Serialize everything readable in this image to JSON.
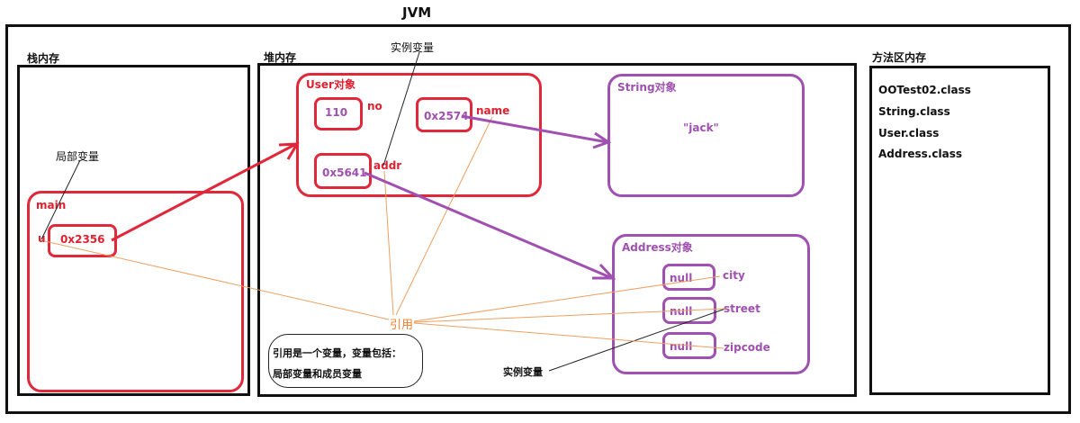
{
  "title": "JVM",
  "stack": {
    "label": "栈内存",
    "frame": {
      "label": "main",
      "var_name": "u",
      "var_value": "0x2356"
    },
    "annotation": "局部变量"
  },
  "heap": {
    "label": "堆内存",
    "user_object": {
      "label": "User对象",
      "fields": [
        {
          "name": "no",
          "value": "110"
        },
        {
          "name": "name",
          "value": "0x2574"
        },
        {
          "name": "addr",
          "value": "0x5641"
        }
      ]
    },
    "string_object": {
      "label": "String对象",
      "value": "\"jack\""
    },
    "address_object": {
      "label": "Address对象",
      "fields": [
        {
          "name": "city",
          "value": "null"
        },
        {
          "name": "street",
          "value": "null"
        },
        {
          "name": "zipcode",
          "value": "null"
        }
      ]
    },
    "annotation_instance_top": "实例变量",
    "annotation_instance_bottom": "实例变量",
    "reference_label": "引用",
    "note_line1": "引用是一个变量，变量包括：",
    "note_line2": "局部变量和成员变量"
  },
  "method_area": {
    "label": "方法区内存",
    "classes": [
      "OOTest02.class",
      "String.class",
      "User.class",
      "Address.class"
    ]
  },
  "colors": {
    "red": "#e0283a",
    "purple": "#a050b0",
    "orange": "#f08030",
    "black": "#111111"
  }
}
